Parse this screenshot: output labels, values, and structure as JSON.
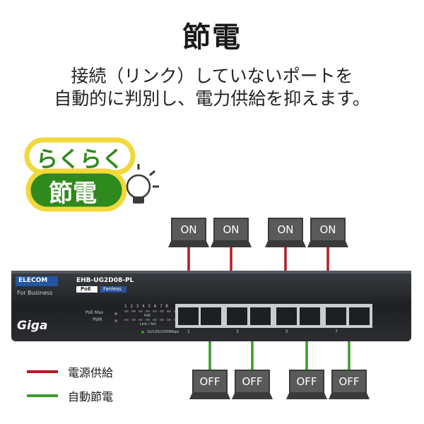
{
  "title": "節電",
  "description": {
    "line1": "接続（リンク）していないポートを",
    "line2": "自動的に判別し、電力供給を抑えます。"
  },
  "badge": {
    "line1": "らくらく",
    "line2": "節電"
  },
  "switch": {
    "brand": "ELECOM",
    "tagline": "For Business",
    "model": "EHB-UG2D08-PL",
    "tag_poe": "PoE",
    "tag_fanless": "Fanless",
    "series": "Giga",
    "led_poe_max": "PoE Max",
    "led_pwr": "PWR",
    "port_numbers": [
      "1",
      "2",
      "3",
      "4",
      "5",
      "6",
      "7",
      "8"
    ],
    "led_poe": "PoE",
    "led_link": "Link / Act",
    "led_speed": "10/100/1000Mbps",
    "port_label_1": "1",
    "port_label_3": "3",
    "port_label_5": "5",
    "port_label_7": "7"
  },
  "devices_on": [
    "ON",
    "ON",
    "ON",
    "ON"
  ],
  "devices_off": [
    "OFF",
    "OFF",
    "OFF",
    "OFF"
  ],
  "legend": {
    "power": "電源供給",
    "auto": "自動節電"
  },
  "colors": {
    "power_line": "#b01e23",
    "auto_line": "#3a9a2a"
  }
}
